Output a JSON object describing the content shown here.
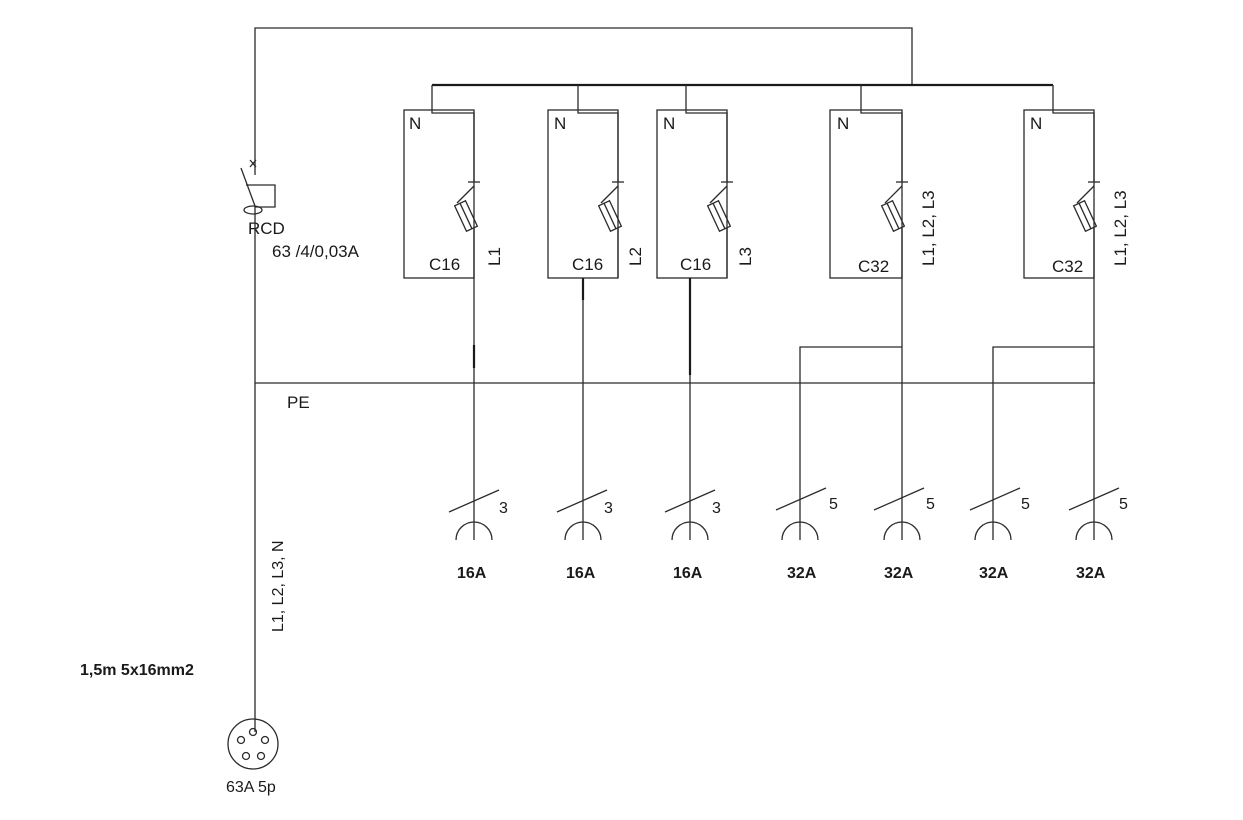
{
  "rcd": {
    "label": "RCD",
    "rating": "63 /4/0,03A"
  },
  "pe_label": "PE",
  "feed": {
    "phases": "L1, L2, L3, N",
    "cable": "1,5m 5x16mm2",
    "plug": "63A 5p"
  },
  "breakers": [
    {
      "n_label": "N",
      "rating": "C16",
      "phase": "L1"
    },
    {
      "n_label": "N",
      "rating": "C16",
      "phase": "L2"
    },
    {
      "n_label": "N",
      "rating": "C16",
      "phase": "L3"
    },
    {
      "n_label": "N",
      "rating": "C32",
      "phase": "L1, L2, L3"
    },
    {
      "n_label": "N",
      "rating": "C32",
      "phase": "L1, L2, L3"
    }
  ],
  "sockets": [
    {
      "poles": "3",
      "rating": "16A"
    },
    {
      "poles": "3",
      "rating": "16A"
    },
    {
      "poles": "3",
      "rating": "16A"
    },
    {
      "poles": "5",
      "rating": "32A"
    },
    {
      "poles": "5",
      "rating": "32A"
    },
    {
      "poles": "5",
      "rating": "32A"
    },
    {
      "poles": "5",
      "rating": "32A"
    }
  ]
}
